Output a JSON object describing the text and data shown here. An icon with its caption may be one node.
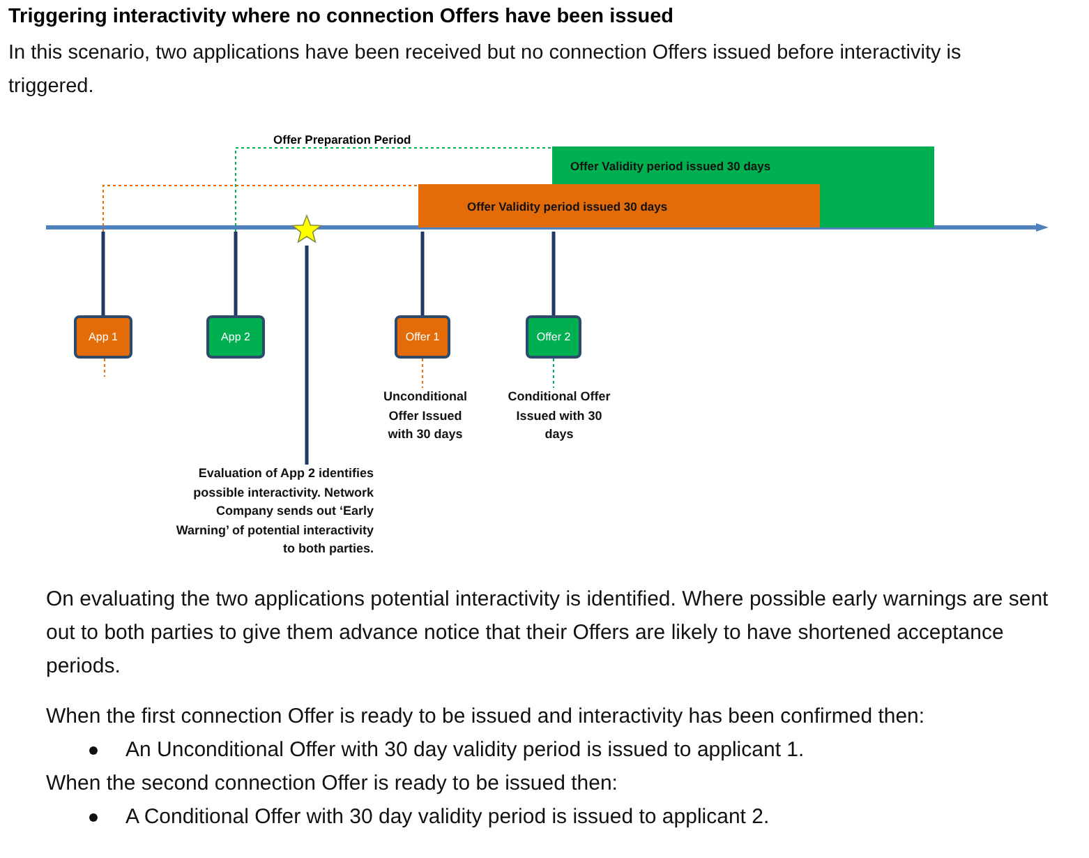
{
  "diagram": {
    "title": "Triggering interactivity where no connection Offers have been issued",
    "nodes": [
      {
        "text": [
          "Offer Validity period issued 30 days"
        ]
      },
      {
        "text": [
          "Offer Validity period issued 30 days"
        ]
      },
      {
        "text": [],
        "shape": "arrow"
      },
      {
        "text": [],
        "shape": "star"
      },
      {
        "text": [
          "App 1"
        ]
      },
      {
        "text": [
          "App 2"
        ]
      },
      {
        "text": [
          "Offer 1"
        ]
      },
      {
        "text": [
          "Offer 2"
        ]
      },
      {
        "text": [
          "Unconditional Offer Issued with 30 days"
        ]
      },
      {
        "text": [
          "Conditional Offer Issued with 30 days"
        ]
      },
      {
        "text": [
          "Evaluation of App 2 identifies possible interactivity. Network Company sends out ‘Early Warning’ of potential interactivity to both parties."
        ]
      },
      {
        "text": [],
        "shape": "bar"
      }
    ],
    "edges": [
      {
        "from": 4,
        "to": 1,
        "arrow": "none",
        "style": "dashed",
        "color": "#e36c09"
      },
      {
        "from": 5,
        "to": 0,
        "arrow": "none",
        "style": "dashed",
        "color": "#00b050",
        "label": "Offer Preparation Period"
      },
      {
        "from": 4,
        "to": 2,
        "arrow": "none"
      },
      {
        "from": 5,
        "to": 2,
        "arrow": "none"
      },
      {
        "from": 6,
        "to": 2,
        "arrow": "none"
      },
      {
        "from": 7,
        "to": 2,
        "arrow": "none"
      },
      {
        "from": 6,
        "to": 8,
        "arrow": "none",
        "style": "dashed",
        "color": "#e36c09"
      },
      {
        "from": 7,
        "to": 9,
        "arrow": "none",
        "style": "dashed",
        "color": "#00b050"
      },
      {
        "from": 10,
        "to": 3,
        "arrow": "none"
      }
    ],
    "labels": [
      "In this scenario, two applications have been received but no connection Offers issued before interactivity is triggered.",
      "On evaluating the two applications potential interactivity is identified.  Where possible early warnings are sent out to both parties to give them advance notice that their Offers are likely to have shortened acceptance periods.",
      "When the first connection Offer is ready to be issued and interactivity has been confirmed then:",
      "An Unconditional Offer with 30 day validity period is issued to applicant 1.",
      "When the second connection Offer is ready to be issued then:",
      "A Conditional Offer with 30 day validity period is issued to applicant 2."
    ]
  }
}
